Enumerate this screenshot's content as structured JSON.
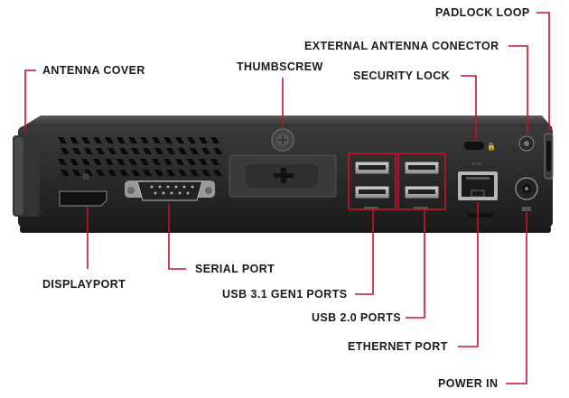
{
  "diagram": {
    "accent_color": "#c8102e",
    "labels": {
      "padlock_loop": "PADLOCK LOOP",
      "external_antenna": "EXTERNAL ANTENNA CONECTOR",
      "antenna_cover": "ANTENNA COVER",
      "thumbscrew": "THUMBSCREW",
      "security_lock": "SECURITY LOCK",
      "serial_port": "SERIAL PORT",
      "displayport": "DISPLAYPORT",
      "usb31": "USB 3.1 GEN1 PORTS",
      "usb20": "USB 2.0 PORTS",
      "ethernet": "ETHERNET PORT",
      "power_in": "POWER IN"
    }
  }
}
